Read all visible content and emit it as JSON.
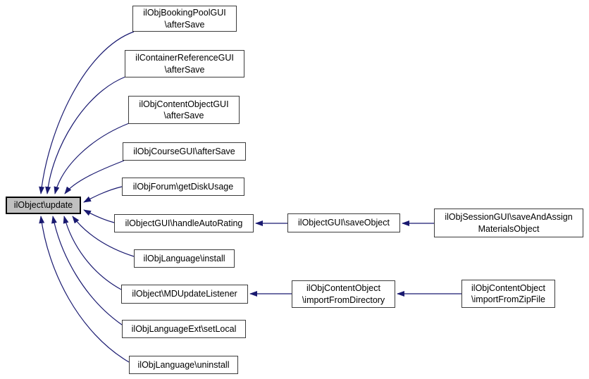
{
  "diagram": {
    "type": "caller-graph",
    "direction": "callers-point-to-callee",
    "colors": {
      "edge": "#191970",
      "node_border": "#3c3c3c",
      "node_fill": "#ffffff",
      "highlight_fill": "#c0c0c0",
      "text": "#000000",
      "background": "#ffffff"
    },
    "nodes": [
      {
        "id": "update",
        "label": "ilObject\\update",
        "highlighted": true
      },
      {
        "id": "bookingpool",
        "label": "ilObjBookingPoolGUI\n\\afterSave",
        "highlighted": false
      },
      {
        "id": "containerref",
        "label": "ilContainerReferenceGUI\n\\afterSave",
        "highlighted": false
      },
      {
        "id": "contentobjgui",
        "label": "ilObjContentObjectGUI\n\\afterSave",
        "highlighted": false
      },
      {
        "id": "coursegui",
        "label": "ilObjCourseGUI\\afterSave",
        "highlighted": false
      },
      {
        "id": "forum",
        "label": "ilObjForum\\getDiskUsage",
        "highlighted": false
      },
      {
        "id": "handleautorating",
        "label": "ilObjectGUI\\handleAutoRating",
        "highlighted": false
      },
      {
        "id": "install",
        "label": "ilObjLanguage\\install",
        "highlighted": false
      },
      {
        "id": "mdupdate",
        "label": "ilObject\\MDUpdateListener",
        "highlighted": false
      },
      {
        "id": "setlocal",
        "label": "ilObjLanguageExt\\setLocal",
        "highlighted": false
      },
      {
        "id": "uninstall",
        "label": "ilObjLanguage\\uninstall",
        "highlighted": false
      },
      {
        "id": "saveobject",
        "label": "ilObjectGUI\\saveObject",
        "highlighted": false
      },
      {
        "id": "savesession",
        "label": "ilObjSessionGUI\\saveAndAssign\nMaterialsObject",
        "highlighted": false
      },
      {
        "id": "importdir",
        "label": "ilObjContentObject\n\\importFromDirectory",
        "highlighted": false
      },
      {
        "id": "importzip",
        "label": "ilObjContentObject\n\\importFromZipFile",
        "highlighted": false
      }
    ],
    "edges": [
      {
        "from": "bookingpool",
        "to": "update"
      },
      {
        "from": "containerref",
        "to": "update"
      },
      {
        "from": "contentobjgui",
        "to": "update"
      },
      {
        "from": "coursegui",
        "to": "update"
      },
      {
        "from": "forum",
        "to": "update"
      },
      {
        "from": "handleautorating",
        "to": "update"
      },
      {
        "from": "install",
        "to": "update"
      },
      {
        "from": "mdupdate",
        "to": "update"
      },
      {
        "from": "setlocal",
        "to": "update"
      },
      {
        "from": "uninstall",
        "to": "update"
      },
      {
        "from": "saveobject",
        "to": "handleautorating"
      },
      {
        "from": "savesession",
        "to": "saveobject"
      },
      {
        "from": "importdir",
        "to": "mdupdate"
      },
      {
        "from": "importzip",
        "to": "importdir"
      }
    ]
  }
}
